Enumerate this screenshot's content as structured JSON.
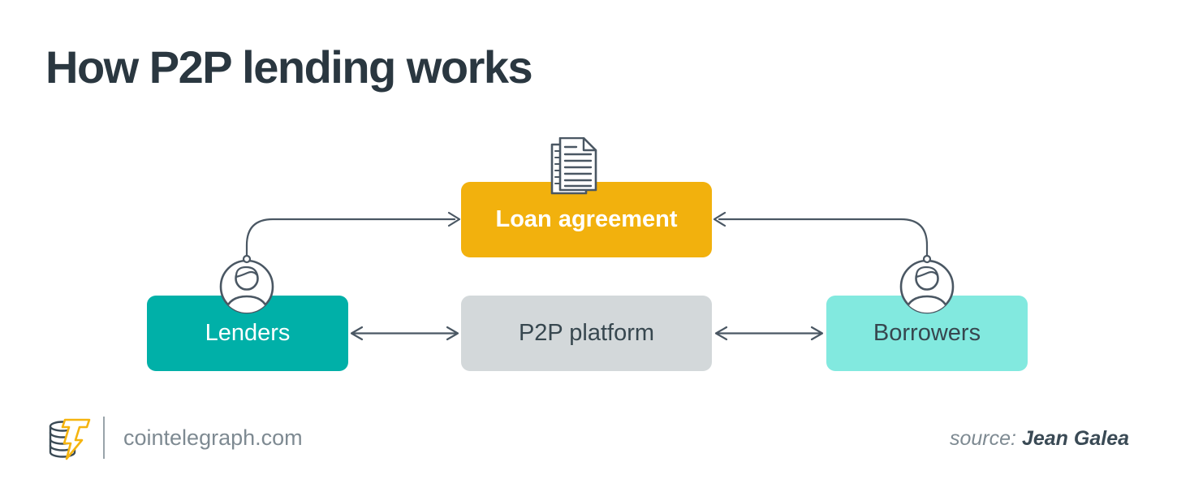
{
  "title": "How P2P lending works",
  "diagram": {
    "nodes": {
      "loan_agreement": {
        "label": "Loan agreement",
        "bg": "#F2B10D",
        "text": "#FFFFFF"
      },
      "lenders": {
        "label": "Lenders",
        "bg": "#00B0A8",
        "text": "#FFFFFF"
      },
      "p2p_platform": {
        "label": "P2P platform",
        "bg": "#D3D8DA",
        "text": "#37474F"
      },
      "borrowers": {
        "label": "Borrowers",
        "bg": "#82E9DF",
        "text": "#37474F"
      }
    },
    "icons": {
      "loan_agreement": "documents-icon",
      "lenders": "person-icon",
      "borrowers": "person-icon"
    },
    "connections": [
      {
        "from": "lenders",
        "to": "loan_agreement",
        "arrow": "one-way"
      },
      {
        "from": "borrowers",
        "to": "loan_agreement",
        "arrow": "one-way"
      },
      {
        "from": "lenders",
        "to": "p2p_platform",
        "arrow": "two-way"
      },
      {
        "from": "p2p_platform",
        "to": "borrowers",
        "arrow": "two-way"
      }
    ],
    "line_color": "#4A5763"
  },
  "footer": {
    "site": "cointelegraph.com",
    "source_label": "source:",
    "source_name": "Jean Galea",
    "logo": "cointelegraph-logo"
  },
  "colors": {
    "background": "#FFFFFF",
    "title_text": "#2A3740",
    "footer_text": "#7E8A92",
    "source_name_text": "#3A4A55",
    "accent_yellow": "#F2B10D",
    "accent_teal": "#00B0A8",
    "accent_turquoise": "#82E9DF",
    "neutral_gray": "#D3D8DA",
    "logo_bolt_yellow": "#F5B40F"
  }
}
